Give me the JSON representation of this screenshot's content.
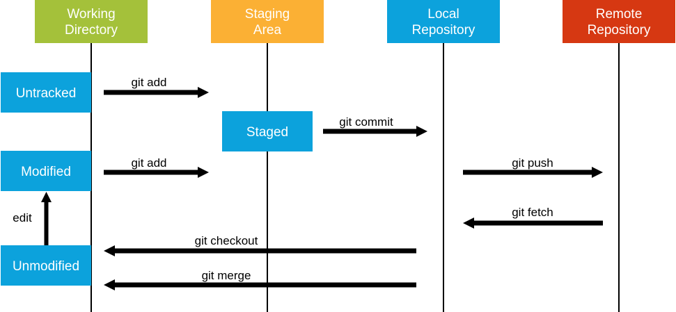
{
  "columns": [
    {
      "id": "working",
      "lines": [
        "Working",
        "Directory"
      ],
      "color": "#a4c13a"
    },
    {
      "id": "staging",
      "lines": [
        "Staging",
        "Area"
      ],
      "color": "#fbb034"
    },
    {
      "id": "local",
      "lines": [
        "Local",
        "Repository"
      ],
      "color": "#0ca2dc"
    },
    {
      "id": "remote",
      "lines": [
        "Remote",
        "Repository"
      ],
      "color": "#d63812"
    }
  ],
  "states": {
    "untracked": "Untracked",
    "staged": "Staged",
    "modified": "Modified",
    "unmodified": "Unmodified",
    "color": "#0ca2dc"
  },
  "commands": {
    "add_untracked": "git add",
    "commit": "git commit",
    "add_modified": "git add",
    "push": "git push",
    "edit": "edit",
    "fetch": "git fetch",
    "checkout": "git checkout",
    "merge": "git merge"
  }
}
